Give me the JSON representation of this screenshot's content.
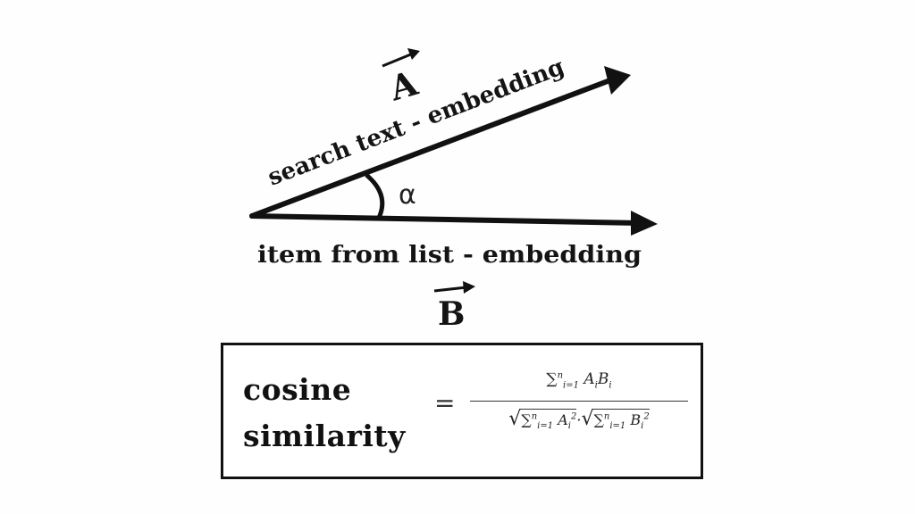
{
  "diagram": {
    "vector_a_symbol": "A",
    "vector_b_symbol": "B",
    "vector_a_label": "search text - embedding",
    "vector_b_label": "item from list - embedding",
    "angle_symbol": "α"
  },
  "formula": {
    "label_line1": "cosine",
    "label_line2": "similarity",
    "equals": "=",
    "numerator": "∑ni=1 AiBi",
    "denominator": "√∑ni=1 Ai2·√∑ni=1 Bi2"
  }
}
